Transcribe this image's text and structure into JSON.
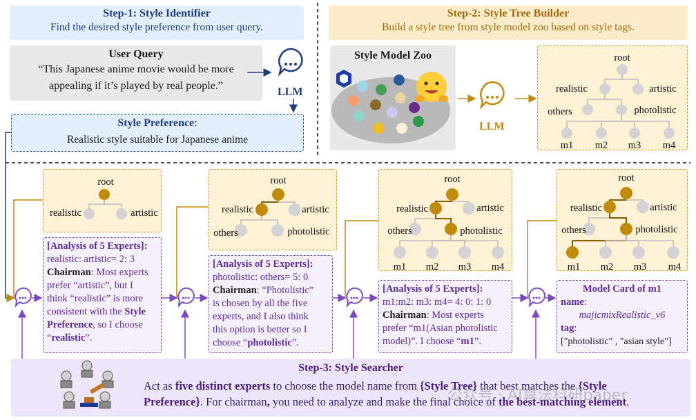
{
  "step1": {
    "title": "Step-1: Style Identifier",
    "subtitle": "Find the desired style preference from user query."
  },
  "step2": {
    "title": "Step-2: Style Tree Builder",
    "subtitle": "Build a style tree from style model zoo based on style tags."
  },
  "user_query": {
    "title": "User Query",
    "line1": "“This Japanese anime movie would be more",
    "line2": "appealing if it’s played by real people.”"
  },
  "llm_label": "LLM",
  "style_preference": {
    "title": "Style Preference",
    "colon": ":",
    "text": "Realistic style suitable for Japanese anime"
  },
  "model_zoo": {
    "title": "Style Model Zoo"
  },
  "tree": {
    "root": "root",
    "realistic": "realistic",
    "artistic": "artistic",
    "others": "others",
    "photolistic": "photolistic",
    "m1": "m1",
    "m2": "m2",
    "m3": "m3",
    "m4": "m4"
  },
  "analysis1": {
    "title": "[Analysis of 5 Experts]:",
    "votes": "realistic: artistic= 2: 3",
    "chair": "Chairman",
    "l1": ": Most experts",
    "l2": "prefer “artistic”, but I",
    "l3": "think “realistic” is more",
    "l4": "consistent with the ",
    "l4b": "Style",
    "l5b": "Preference",
    "l5": ", so I choose",
    "l6q": "“",
    "l6b": "realistic",
    "l6e": "”."
  },
  "analysis2": {
    "title": "[Analysis of 5 Experts]:",
    "votes": "photolistic: others= 5: 0",
    "chair": "Chairman",
    "l1": ": “Photolistic”",
    "l2": "is chosen by all the five",
    "l3": "experts, and I also think",
    "l4": "this option is better so I",
    "l5": "choose “",
    "l5b": "photolistic",
    "l5e": "”."
  },
  "analysis3": {
    "title": "[Analysis of 5 Experts]:",
    "votes": "m1:m2: m3: m4= 4: 0: 1: 0",
    "chair": "Chairman",
    "l1": ": Most experts",
    "l2": "prefer “m1(Asian photolistic",
    "l3": "model)”. I choose “",
    "l3b": "m1",
    "l3e": "”."
  },
  "model_card": {
    "title": "Model Card of m1",
    "name_k": "name",
    "name_v": "majicmixRealistic_v6",
    "tag_k": "tag",
    "tag_v": "[\"photolistic\" , \"asian style\"]"
  },
  "step3": {
    "title": "Step-3: Style Searcher",
    "p1": "Act as ",
    "p1b": "five distinct experts",
    "p2": " to choose the model name from ",
    "p2b": "{Style Tree}",
    "p3": " that best matches the ",
    "p3b": "{Style",
    "p4b": "Preference}",
    "p4": ". For chairman",
    "p4c": ",",
    "p5": " you need to analyze and make the final choice of ",
    "p5b": "the best-matching element",
    "p6": "."
  },
  "watermark": "公众号 · AI算法科研paper",
  "colors": {
    "gold": "#c08a0a",
    "gray_node": "#d3d3d3",
    "blue": "#1f3a7a",
    "purple": "#7a4ac0"
  }
}
